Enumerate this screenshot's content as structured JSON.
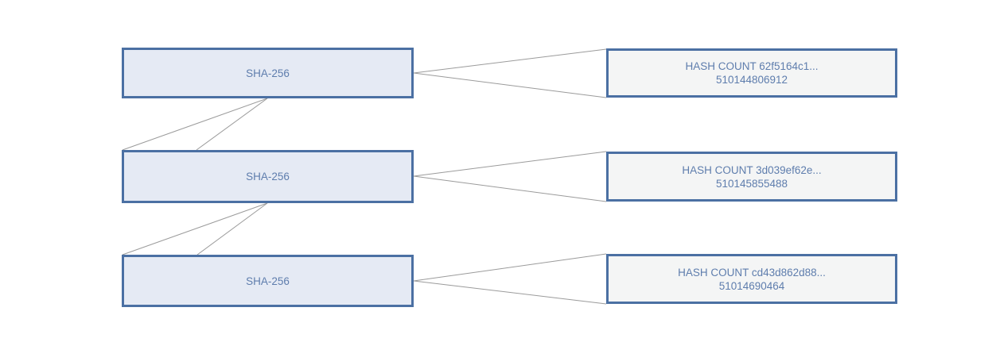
{
  "diagram": {
    "sha_nodes": [
      {
        "label": "SHA-256"
      },
      {
        "label": "SHA-256"
      },
      {
        "label": "SHA-256"
      }
    ],
    "hash_nodes": [
      {
        "title": "HASH COUNT 62f5164c1...",
        "count": "510144806912"
      },
      {
        "title": "HASH COUNT 3d039ef62e...",
        "count": "510145855488"
      },
      {
        "title": "HASH COUNT cd43d862d88...",
        "count": "51014690464"
      }
    ],
    "colors": {
      "node_border": "#4b70a3",
      "sha_fill": "#e5eaf4",
      "hash_fill": "#f4f5f5",
      "text": "#5e7dad",
      "edge": "#9b9b9b"
    }
  }
}
